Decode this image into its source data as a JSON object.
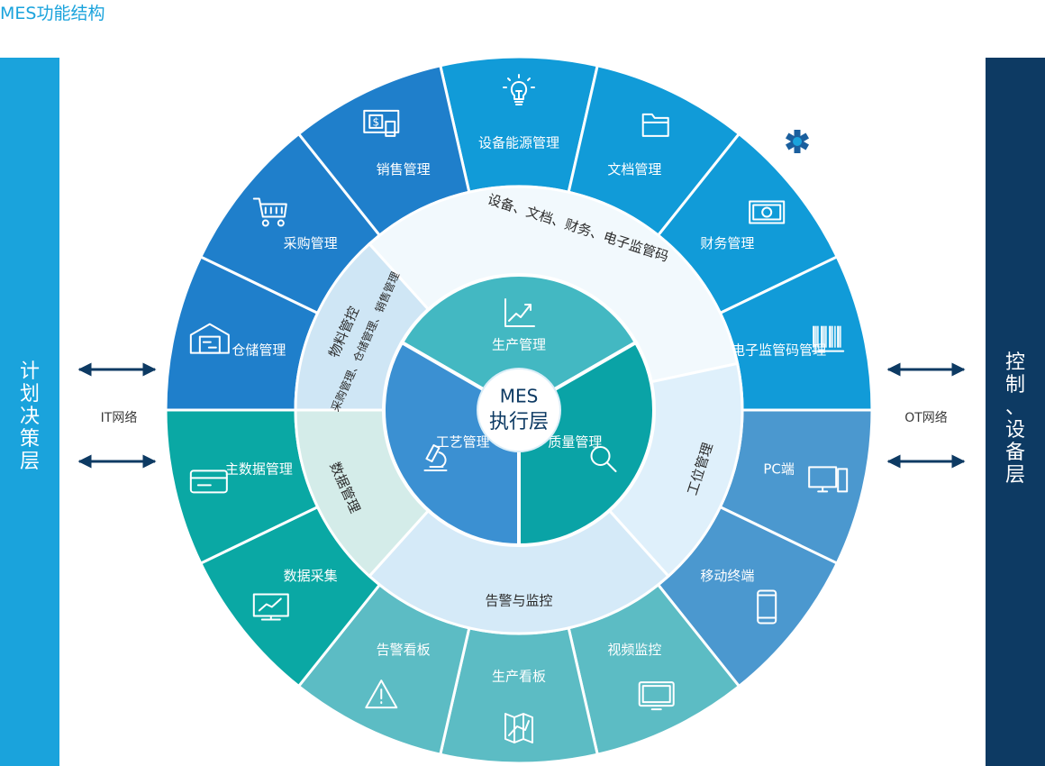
{
  "page_title": "MES功能结构",
  "left_layer": {
    "label": "计划决策层",
    "color": "#1aa3dc"
  },
  "right_layer": {
    "label": "控制、设备层",
    "color": "#0d3a63"
  },
  "left_network": "IT网络",
  "right_network": "OT网络",
  "core": {
    "line1": "MES",
    "line2": "执行层"
  },
  "inner_modules": [
    {
      "label": "生产管理",
      "icon": "growth-chart-icon",
      "color": "#43b8c2"
    },
    {
      "label": "质量管理",
      "icon": "magnifier-icon",
      "color": "#0aa3a6"
    },
    {
      "label": "工艺管理",
      "icon": "microscope-icon",
      "color": "#3b90d2"
    }
  ],
  "middle_ring": [
    {
      "title": "设备、文档、财务、电子监管码",
      "subtitle": "",
      "color": "#f2f9fd"
    },
    {
      "title": "工位管理",
      "subtitle": "",
      "color": "#dff0fb"
    },
    {
      "title": "告警与监控",
      "subtitle": "",
      "color": "#d5eaf8"
    },
    {
      "title": "数据管理",
      "subtitle": "",
      "color": "#d4ece9"
    },
    {
      "title": "物料管控",
      "subtitle": "采购管理、仓储管理、销售管理",
      "color": "#cfe6f5"
    }
  ],
  "outer_ring": [
    {
      "label": "设备能源管理",
      "icon": "lightbulb-icon",
      "color": "#119bd8"
    },
    {
      "label": "文档管理",
      "icon": "folder-icon",
      "color": "#119bd8"
    },
    {
      "label": "财务管理",
      "icon": "banknote-icon",
      "color": "#119bd8"
    },
    {
      "label": "电子监管码管理",
      "icon": "barcode-icon",
      "color": "#119bd8"
    },
    {
      "label": "PC端",
      "icon": "desktop-pc-icon",
      "color": "#4b98cf"
    },
    {
      "label": "移动终端",
      "icon": "mobile-phone-icon",
      "color": "#4b98cf"
    },
    {
      "label": "视频监控",
      "icon": "monitor-icon",
      "color": "#5cbcc4"
    },
    {
      "label": "生产看板",
      "icon": "map-route-icon",
      "color": "#5cbcc4"
    },
    {
      "label": "告警看板",
      "icon": "warning-icon",
      "color": "#5cbcc4"
    },
    {
      "label": "数据采集",
      "icon": "presentation-chart-icon",
      "color": "#0aa8a4"
    },
    {
      "label": "主数据管理",
      "icon": "server-box-icon",
      "color": "#0aa8a4"
    },
    {
      "label": "仓储管理",
      "icon": "warehouse-icon",
      "color": "#1f7fcb"
    },
    {
      "label": "采购管理",
      "icon": "shopping-cart-icon",
      "color": "#1f7fcb"
    },
    {
      "label": "销售管理",
      "icon": "cash-register-icon",
      "color": "#1f7fcb"
    }
  ]
}
